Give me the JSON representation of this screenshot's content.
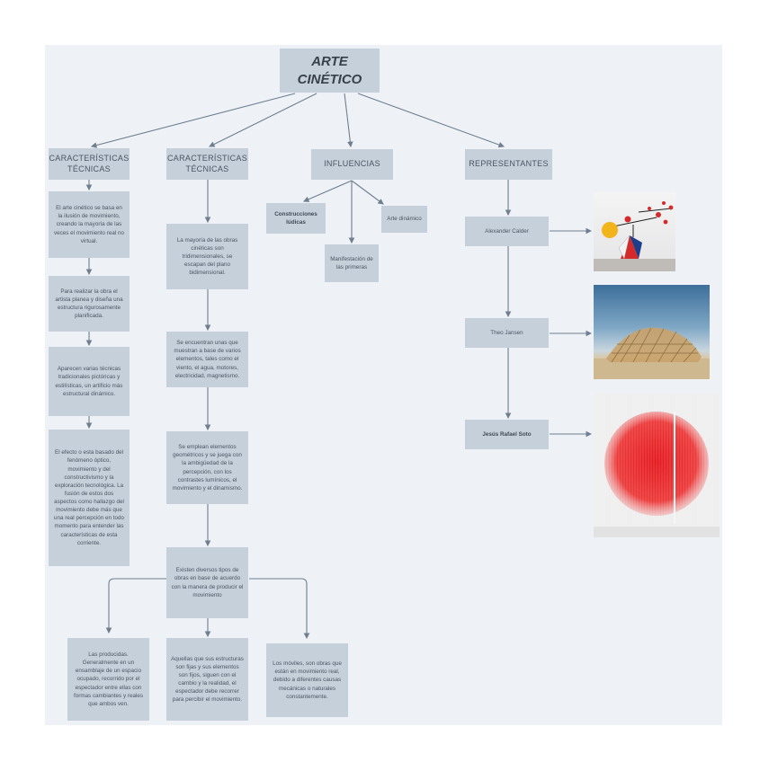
{
  "title": "ARTE CINÉTICO",
  "branches": {
    "b1": "CARACTERÍSTICAS TÉCNICAS",
    "b2": "CARACTERÍSTICAS TÉCNICAS",
    "b3": "INFLUENCIAS",
    "b4": "REPRESENTANTES"
  },
  "col1": [
    "El arte cinético se basa en la ilusión de movimiento, creando la mayoría de las veces el movimiento real no virtual.",
    "Para realizar la obra el artista planea y diseña una estructura rigurosamente planificada.",
    "Aparecen varias técnicas tradicionales pictóricas y estilísticas, un artificio más estructural dinámico.",
    "El efecto o esta basado del fenómeno óptico, movimiento y del constructivismo y la exploración tecnológica. La fusión de estos dos aspectos como hallazgo del movimiento debe más que una real percepción en todo momento para entender las características de esta corriente."
  ],
  "col2": [
    "La mayoría de las obras cinéticas son tridimensionales, se escapan del plano bidimensional.",
    "Se encuentran unas que muestran a base de varios elementos, tales como el viento, el agua, motores, electricidad, magnetismo.",
    "Se emplean elementos geométricos y se juega con la ambigüedad de la percepción, con los contrastes lumínicos, el movimiento y el dinamismo.",
    "Existen diversos tipos de obras en base de acuerdo con la manera de producir el movimiento"
  ],
  "col2_bottom": [
    "Las producidas. Generalmente en un ensamblaje de un espacio ocupado, recorrido por el espectador entre ellas con formas cambiantes y reales que ambos ven.",
    "Aquellas que sus estructuras son fijas y sus elementos son fijos, siguen con el cambio y la realidad, el espectador debe recorrer para percibir el movimiento.",
    "Los móviles, son obras que están en movimiento real, debido a diferentes causas mecánicas o naturales constantemente."
  ],
  "influences": {
    "constructivismo": "Construcciones lúdicas",
    "futurismo": "Manifestación de las primeras",
    "dadaismo": "Arte dinámico"
  },
  "representatives": [
    {
      "name": "Alexander Calder",
      "image": "calder-mobile-sculpture"
    },
    {
      "name": "Theo Jansen",
      "image": "strandbeest-sculpture"
    },
    {
      "name": "Jesús Rafael Soto",
      "image": "soto-red-sphere"
    }
  ],
  "colors": {
    "box": "#c6d0db",
    "canvas": "#eef2f6",
    "line": "#6f7f90"
  }
}
